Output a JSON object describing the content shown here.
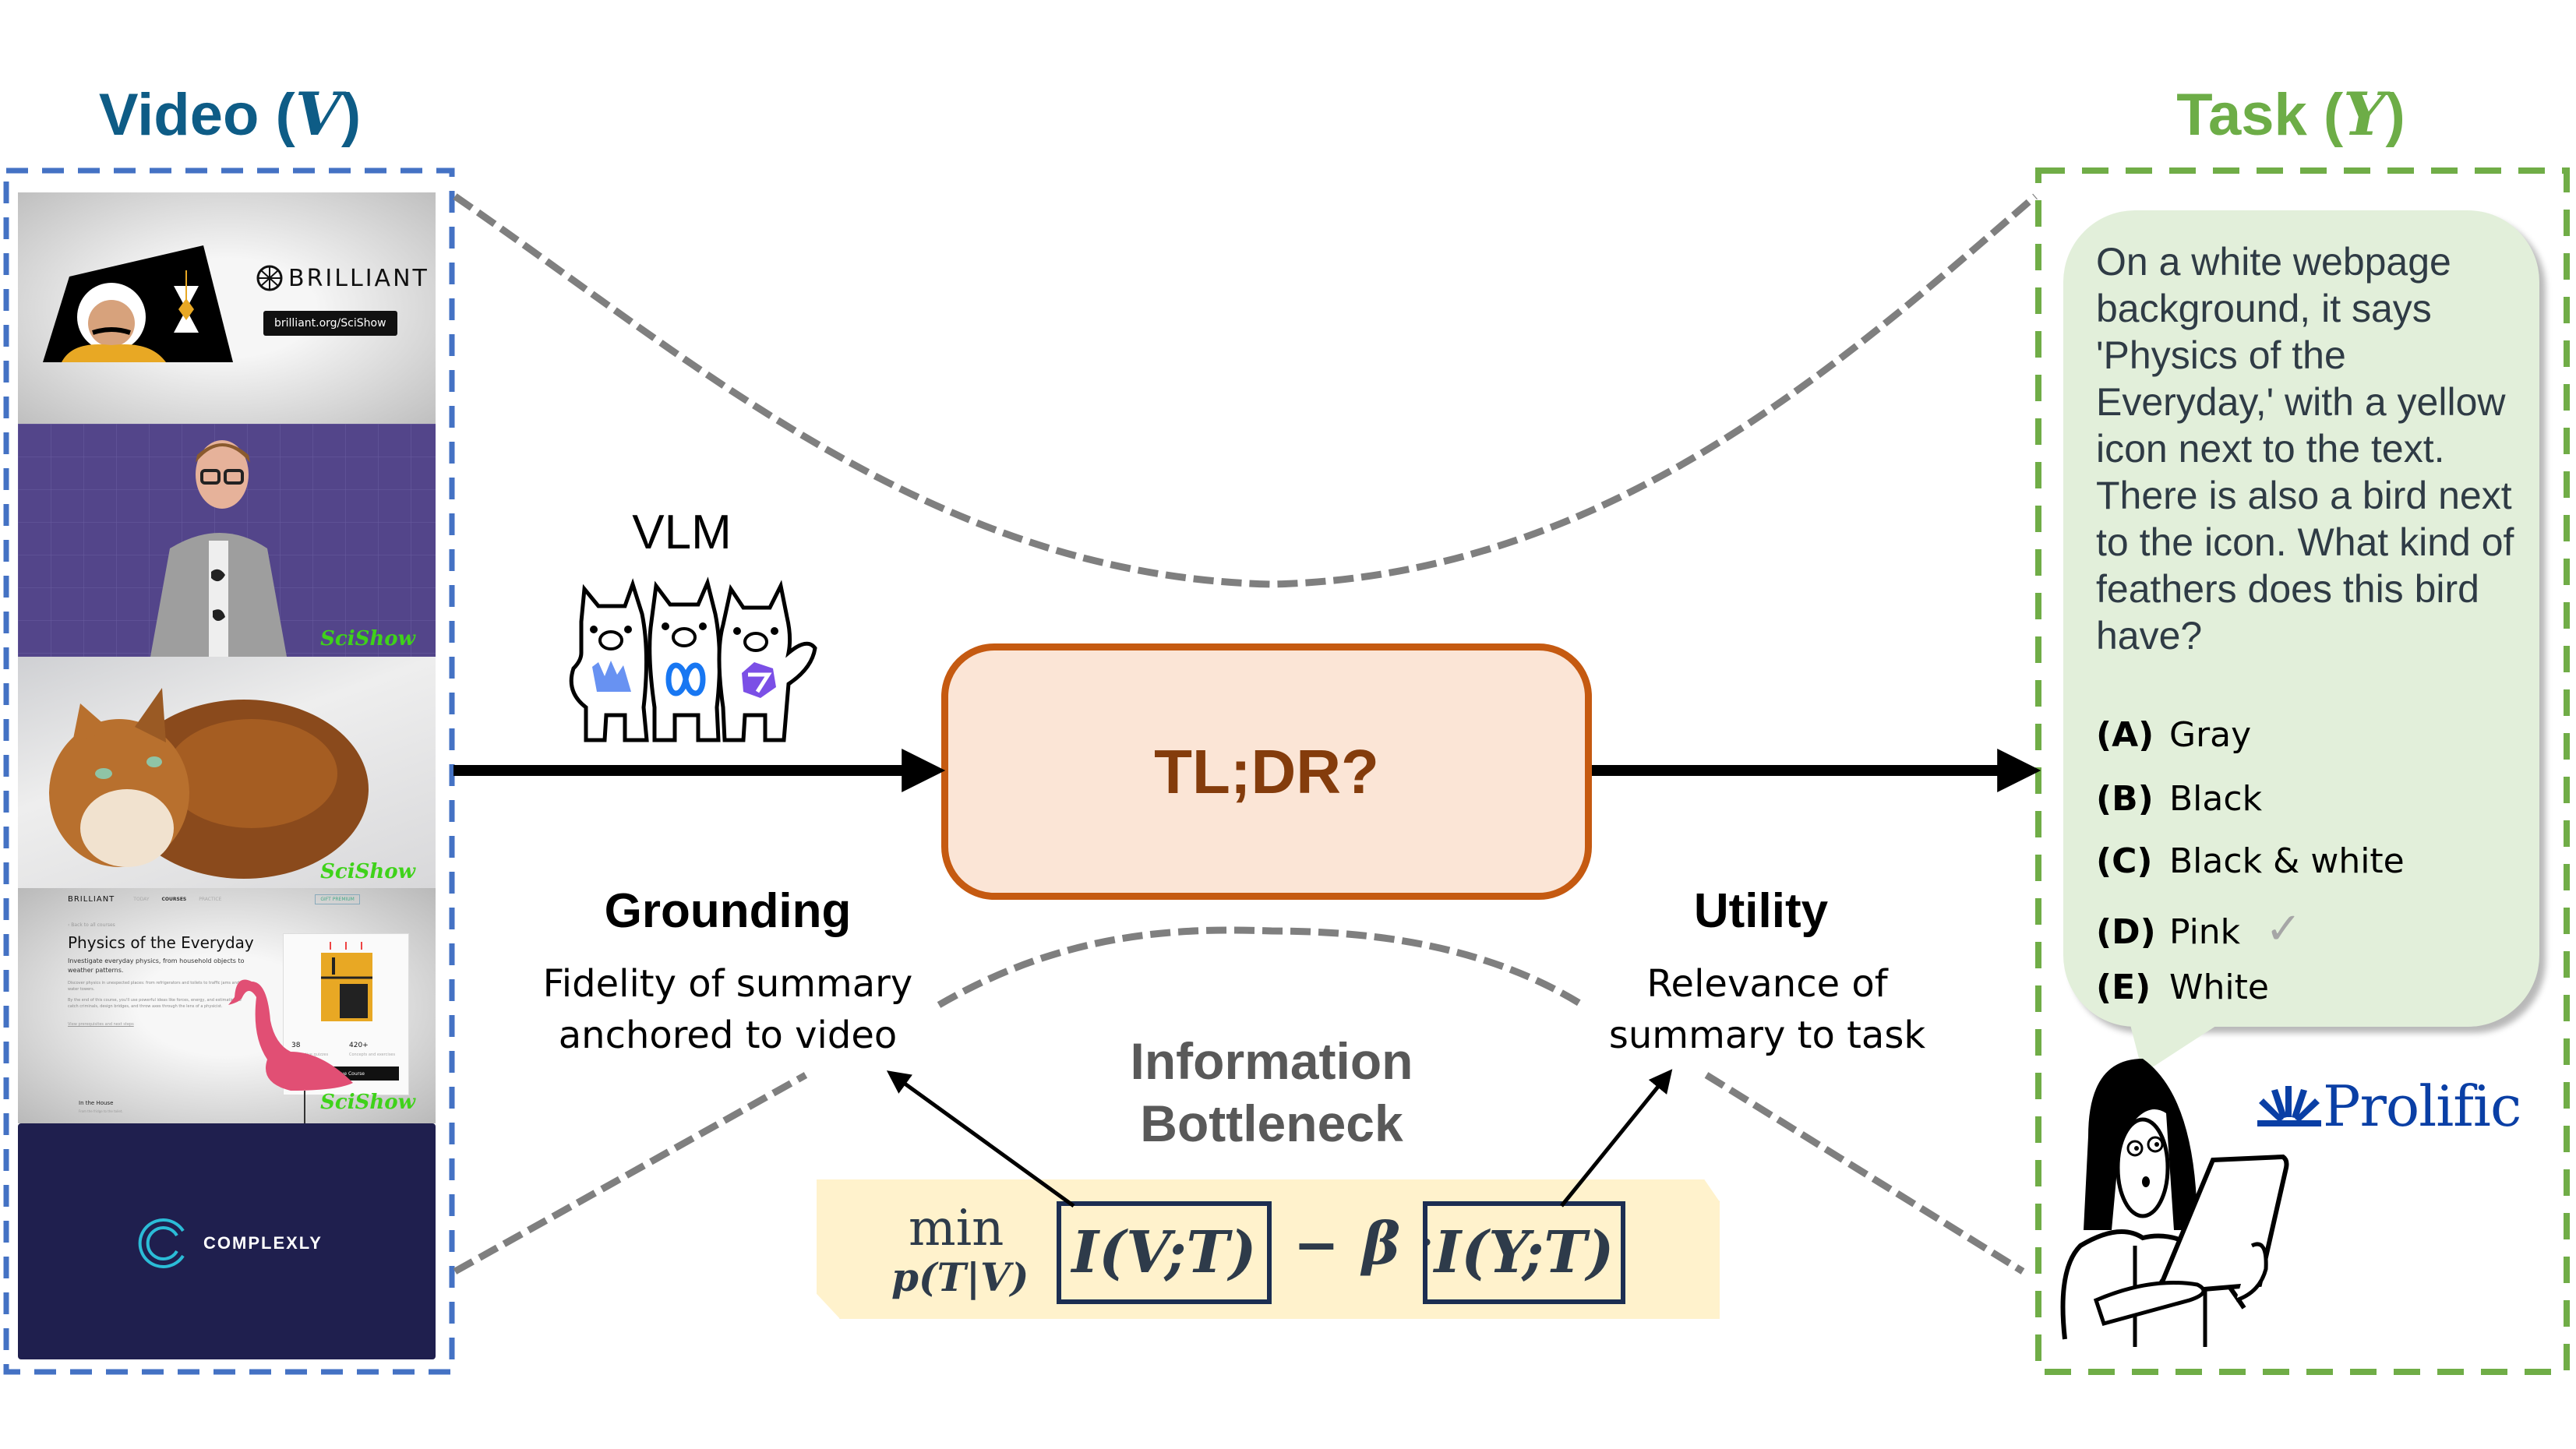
{
  "video_panel": {
    "title_prefix": "Video (",
    "title_var": "V",
    "title_suffix": ")",
    "border_color": "#4472C4",
    "frames": [
      {
        "id": "frame-1",
        "description": "Brilliant sponsor card with Einstein illustration",
        "brand": "BRILLIANT",
        "url_badge": "brilliant.org/SciShow"
      },
      {
        "id": "frame-2",
        "description": "Host in grey blazer on purple grid background",
        "watermark": "SciShow"
      },
      {
        "id": "frame-3",
        "description": "Long-haired orange cat lying on white bedsheets",
        "watermark": "SciShow"
      },
      {
        "id": "frame-4",
        "description": "Brilliant course page with pink lawn flamingo",
        "brand": "BRILLIANT",
        "nav": [
          "TODAY",
          "COURSES",
          "PRACTICE"
        ],
        "nav_button": "GIFT PREMIUM",
        "back_link": "‹ Back to all courses",
        "course_title": "Physics of the Everyday",
        "course_subtitle": "Investigate everyday physics, from household objects to weather patterns.",
        "body_1": "Discover physics in unexpected places: from refrigerators and toilets to traffic jams and water towers.",
        "body_2": "By the end of this course, you'll use powerful ideas like forces, energy, and estimation to catch criminals, design bridges, and throw axes through the lens of a physicist.",
        "read_more": "Read more",
        "prereq_link": "View prerequisites and next steps",
        "stat_1_value": "38",
        "stat_1_label": "Interactive quizzes",
        "stat_2_value": "420+",
        "stat_2_label": "Concepts and exercises",
        "cta": "Continue Course",
        "chapter_title": "In the House",
        "chapter_sub": "From the fridge to the toilet.",
        "watermark": "SciShow"
      },
      {
        "id": "frame-5",
        "description": "Complexly logo end card",
        "brand": "COMPLEXLY"
      }
    ]
  },
  "model": {
    "label": "VLM",
    "logos": [
      "deepseek-logo",
      "meta-logo",
      "qwen-logo"
    ]
  },
  "summary_box": {
    "label": "TL;DR?",
    "border_color": "#C55A11",
    "fill_color": "#FBE5D6",
    "text_color": "#843C0C"
  },
  "grounding": {
    "title": "Grounding",
    "line1": "Fidelity of summary",
    "line2": "anchored to video"
  },
  "utility": {
    "title": "Utility",
    "line1": "Relevance of",
    "line2": "summary to task"
  },
  "bottleneck": {
    "line1": "Information",
    "line2": "Bottleneck"
  },
  "equation": {
    "operator": "min",
    "subscript": "p(T|V)",
    "term1": "I(V;T)",
    "minus": "−",
    "beta": "β",
    "dot": "·",
    "term2": "I(Y;T)"
  },
  "task_panel": {
    "title_prefix": "Task (",
    "title_var": "Y",
    "title_suffix": ")",
    "border_color": "#70AD47",
    "question": "On a white webpage background, it says 'Physics of the Everyday,' with a yellow icon next to the text. There is also a bird next to the icon. What kind of feathers does this bird have?",
    "options": [
      {
        "letter": "(A)",
        "text": "Gray",
        "correct": false
      },
      {
        "letter": "(B)",
        "text": "Black",
        "correct": false
      },
      {
        "letter": "(C)",
        "text": "Black & white",
        "correct": false
      },
      {
        "letter": "(D)",
        "text": "Pink",
        "correct": true
      },
      {
        "letter": "(E)",
        "text": "White",
        "correct": false
      }
    ],
    "check_mark": "✓",
    "annotator_brand": "Prolific"
  }
}
